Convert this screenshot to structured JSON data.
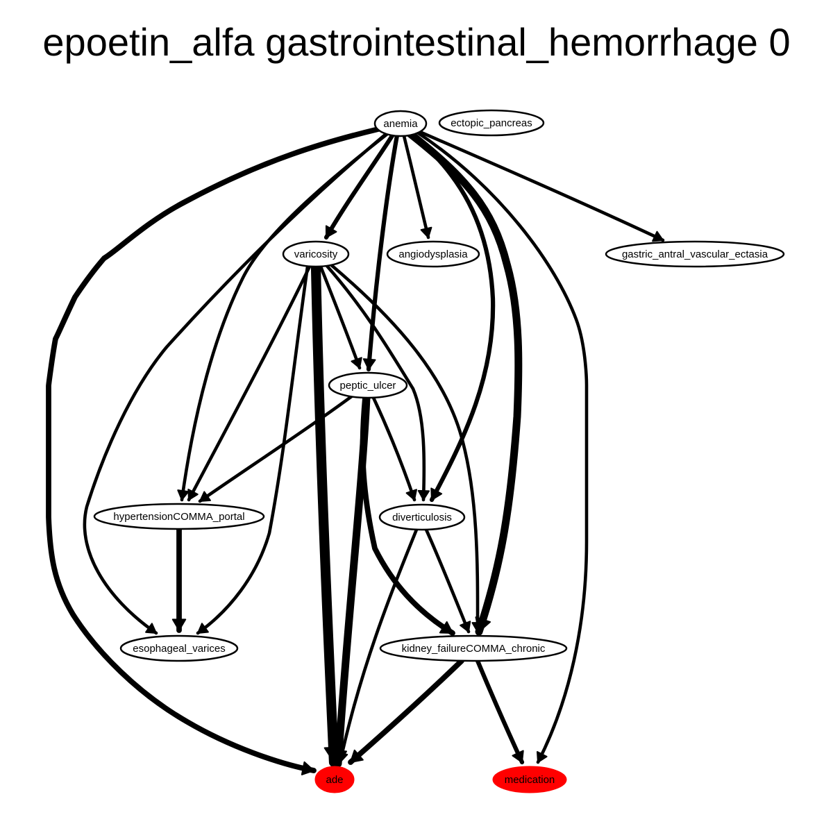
{
  "title": "epoetin_alfa gastrointestinal_hemorrhage 0",
  "colors": {
    "edge": "#000000",
    "node_fill": "#ffffff",
    "node_stroke": "#000000",
    "highlight_fill": "#ff0000"
  },
  "nodes": [
    {
      "id": "anemia",
      "label": "anemia"
    },
    {
      "id": "ectopic_pancreas",
      "label": "ectopic_pancreas"
    },
    {
      "id": "varicosity",
      "label": "varicosity"
    },
    {
      "id": "angiodysplasia",
      "label": "angiodysplasia"
    },
    {
      "id": "gastric_antral_vascular_ectasia",
      "label": "gastric_antral_vascular_ectasia"
    },
    {
      "id": "peptic_ulcer",
      "label": "peptic_ulcer"
    },
    {
      "id": "hypertension_portal",
      "label": "hypertensionCOMMA_portal"
    },
    {
      "id": "diverticulosis",
      "label": "diverticulosis"
    },
    {
      "id": "esophageal_varices",
      "label": "esophageal_varices"
    },
    {
      "id": "kidney_failure_chronic",
      "label": "kidney_failureCOMMA_chronic"
    },
    {
      "id": "ade",
      "label": "ade",
      "highlight": true
    },
    {
      "id": "medication",
      "label": "medication",
      "highlight": true
    }
  ],
  "edges": [
    {
      "from": "anemia",
      "to": "ade",
      "weight": 4
    },
    {
      "from": "anemia",
      "to": "varicosity",
      "weight": 3
    },
    {
      "from": "anemia",
      "to": "peptic_ulcer",
      "weight": 3
    },
    {
      "from": "anemia",
      "to": "angiodysplasia",
      "weight": 2
    },
    {
      "from": "anemia",
      "to": "gastric_antral_vascular_ectasia",
      "weight": 2
    },
    {
      "from": "anemia",
      "to": "hypertension_portal",
      "weight": 2
    },
    {
      "from": "anemia",
      "to": "esophageal_varices",
      "weight": 2
    },
    {
      "from": "anemia",
      "to": "diverticulosis",
      "weight": 3
    },
    {
      "from": "anemia",
      "to": "kidney_failure_chronic",
      "weight": 6
    },
    {
      "from": "anemia",
      "to": "medication",
      "weight": 2
    },
    {
      "from": "varicosity",
      "to": "ade",
      "weight": 8
    },
    {
      "from": "varicosity",
      "to": "peptic_ulcer",
      "weight": 2
    },
    {
      "from": "varicosity",
      "to": "hypertension_portal",
      "weight": 2
    },
    {
      "from": "varicosity",
      "to": "esophageal_varices",
      "weight": 2
    },
    {
      "from": "varicosity",
      "to": "diverticulosis",
      "weight": 2
    },
    {
      "from": "varicosity",
      "to": "kidney_failure_chronic",
      "weight": 2
    },
    {
      "from": "peptic_ulcer",
      "to": "ade",
      "weight": 6
    },
    {
      "from": "peptic_ulcer",
      "to": "hypertension_portal",
      "weight": 2
    },
    {
      "from": "peptic_ulcer",
      "to": "diverticulosis",
      "weight": 2
    },
    {
      "from": "peptic_ulcer",
      "to": "kidney_failure_chronic",
      "weight": 4
    },
    {
      "from": "hypertension_portal",
      "to": "esophageal_varices",
      "weight": 4
    },
    {
      "from": "diverticulosis",
      "to": "ade",
      "weight": 2
    },
    {
      "from": "diverticulosis",
      "to": "kidney_failure_chronic",
      "weight": 2
    },
    {
      "from": "kidney_failure_chronic",
      "to": "ade",
      "weight": 4
    },
    {
      "from": "kidney_failure_chronic",
      "to": "medication",
      "weight": 3
    }
  ]
}
